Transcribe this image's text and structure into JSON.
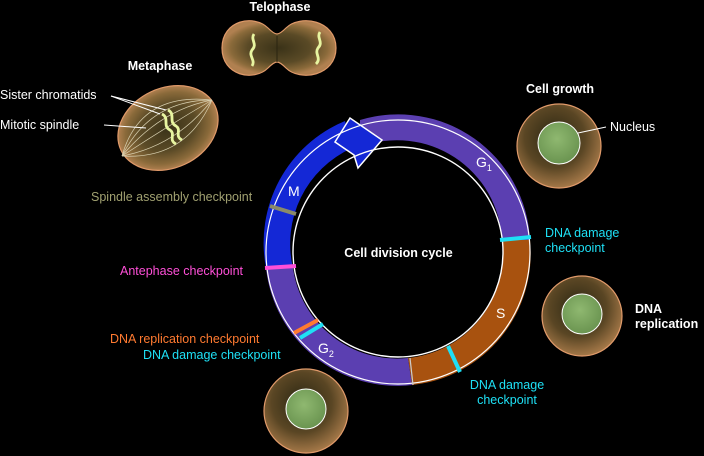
{
  "title": "Cell division cycle",
  "colors": {
    "background": "#000000",
    "g1_segment": "#5b3fb1",
    "s_segment": "#a8520f",
    "g2_segment": "#5b3fb1",
    "m_segment": "#1428d6",
    "cyan_checkpoint": "#1ee0f5",
    "pink_checkpoint": "#ff4fd8",
    "orange_checkpoint": "#ff7a30",
    "gray_checkpoint": "#8a8a6a",
    "cell_body": "#6b5a30",
    "nucleus": "#7fa85f",
    "chromosome": "#e8f5a0"
  },
  "stages": {
    "telophase": "Telophase",
    "metaphase": "Metaphase",
    "cell_growth": "Cell growth",
    "dna_replication_line1": "DNA",
    "dna_replication_line2": "replication"
  },
  "structures": {
    "sister_chromatids": "Sister chromatids",
    "mitotic_spindle": "Mitotic spindle",
    "nucleus": "Nucleus"
  },
  "phases": {
    "g1": "G",
    "g1_sub": "1",
    "s": "S",
    "g2": "G",
    "g2_sub": "2",
    "m": "M"
  },
  "checkpoints": {
    "spindle_assembly": "Spindle assembly checkpoint",
    "dna_damage_g1_line1": "DNA damage",
    "dna_damage_g1_line2": "checkpoint",
    "antephase": "Antephase checkpoint",
    "dna_replication": "DNA replication checkpoint",
    "dna_damage_g2": "DNA damage checkpoint",
    "dna_damage_s_line1": "DNA damage",
    "dna_damage_s_line2": "checkpoint"
  }
}
